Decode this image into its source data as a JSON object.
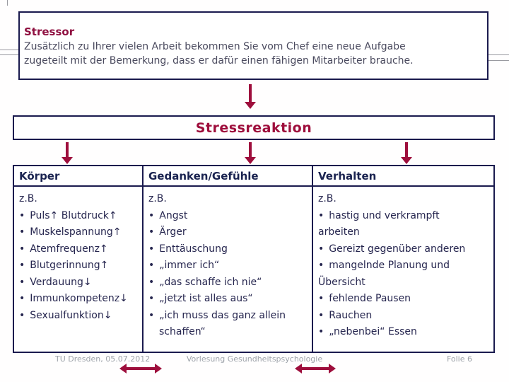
{
  "slide": {
    "stressor": {
      "title": "Stressor",
      "lines": [
        "Zusätzlich zu Ihrer vielen Arbeit bekommen Sie vom Chef eine neue Aufgabe",
        "zugeteilt mit der Bemerkung, dass er dafür einen fähigen Mitarbeiter brauche."
      ]
    },
    "reaction": {
      "title": "Stressreaktion"
    },
    "table": {
      "headers": [
        "Körper",
        "Gedanken/Gefühle",
        "Verhalten"
      ],
      "col1_lines": [
        {
          "t": "z.B."
        },
        {
          "b": 1,
          "t": "Puls↑ Blutdruck↑"
        },
        {
          "b": 1,
          "t": "Muskelspannung↑"
        },
        {
          "b": 1,
          "t": "Atemfrequenz↑"
        },
        {
          "b": 1,
          "t": "Blutgerinnung↑"
        },
        {
          "b": 1,
          "t": "Verdauung↓"
        },
        {
          "b": 1,
          "t": "Immunkompetenz↓"
        },
        {
          "b": 1,
          "t": "Sexualfunktion↓"
        }
      ],
      "col2_lines": [
        {
          "t": "z.B."
        },
        {
          "b": 1,
          "t": "Angst"
        },
        {
          "b": 1,
          "t": "Ärger"
        },
        {
          "b": 1,
          "t": "Enttäuschung"
        },
        {
          "b": 1,
          "t": "„immer ich“"
        },
        {
          "b": 1,
          "t": "„das schaffe ich nie“"
        },
        {
          "b": 1,
          "t": "„jetzt ist alles aus“"
        },
        {
          "b": 1,
          "t": "„ich muss das ganz allein"
        },
        {
          "c": 1,
          "t": "schaffen“"
        }
      ],
      "col3_lines": [
        {
          "t": "z.B."
        },
        {
          "b": 1,
          "t": "hastig und verkrampft"
        },
        {
          "c": 1,
          "t": "arbeiten"
        },
        {
          "b": 1,
          "t": "Gereizt gegenüber anderen"
        },
        {
          "b": 1,
          "t": "mangelnde Planung und"
        },
        {
          "c": 1,
          "t": "Übersicht"
        },
        {
          "b": 1,
          "t": "fehlende Pausen"
        },
        {
          "b": 1,
          "t": "Rauchen"
        },
        {
          "b": 1,
          "t": "„nebenbei“ Essen"
        }
      ]
    },
    "footer": {
      "left": "TU Dresden, 05.07.2012",
      "center": "Vorlesung Gesundheitspsychologie",
      "right": "Folie 6"
    },
    "colors": {
      "accent_crimson": "#9e0e3c",
      "title_maroon": "#8f1040",
      "border_navy": "#1a1a4e",
      "body_navy": "#26264f",
      "stressor_text": "#4a4a5e",
      "footer_gray": "#9ea3aa"
    }
  }
}
